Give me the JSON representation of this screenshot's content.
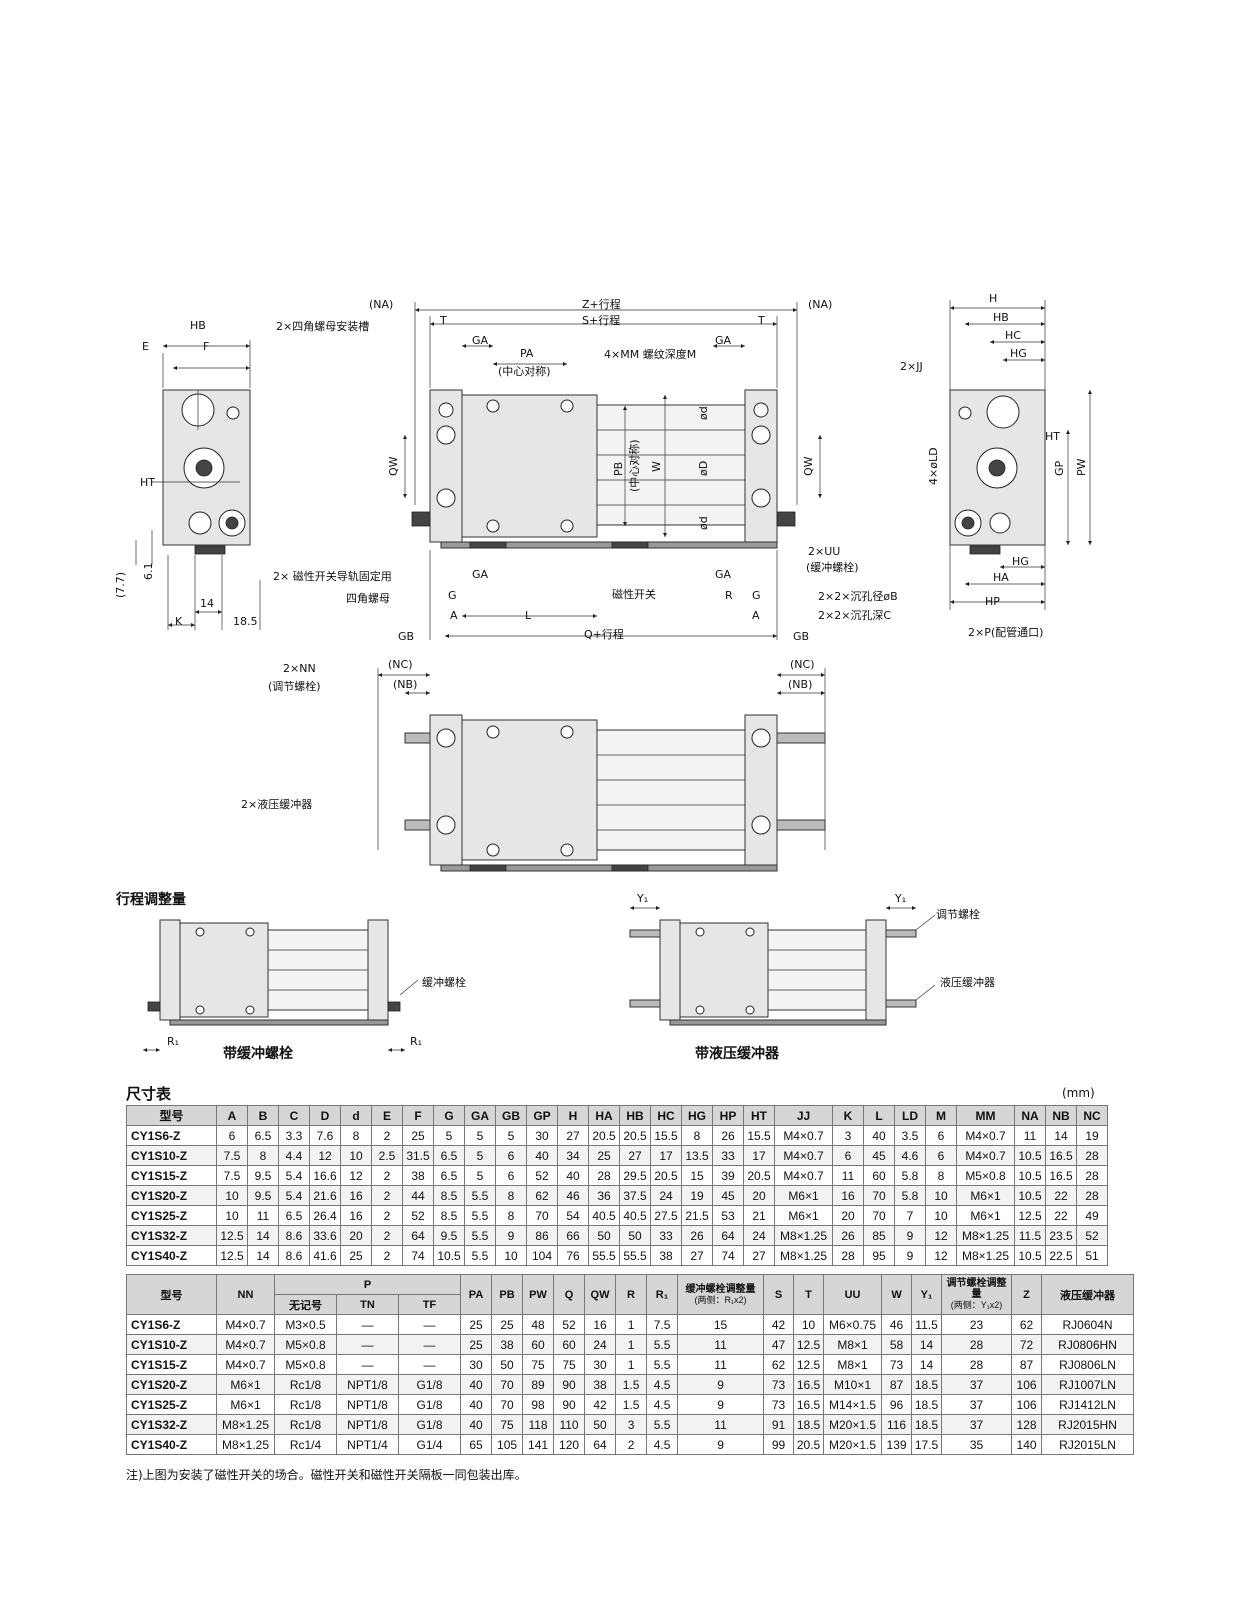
{
  "drawing_labels": {
    "hb": "HB",
    "e": "E",
    "f": "F",
    "ht": "HT",
    "na_left": "(NA)",
    "z_stroke": "Z+行程",
    "na_right": "(NA)",
    "s_stroke": "S+行程",
    "t_left": "T",
    "t_right": "T",
    "nut_groove": "2×四角螺母安装槽",
    "ga_top_left": "GA",
    "pa": "PA",
    "center_sym_pa": "(中心对称)",
    "mm_thread": "4×MM 螺纹深度M",
    "ga_top_right": "GA",
    "qw_left": "QW",
    "pb": "PB",
    "center_sym_pb": "(中心对称)",
    "w": "W",
    "od_top": "ød",
    "od_mid": "øD",
    "od_bot": "ød",
    "qw_right": "QW",
    "h": "H",
    "hb_side": "HB",
    "hc": "HC",
    "hg_top": "HG",
    "jj": "2×JJ",
    "ht_side": "HT",
    "gp": "GP",
    "pw": "PW",
    "ld": "4×øLD",
    "hg_bot": "HG",
    "ha": "HA",
    "hp": "HP",
    "p_port": "2×P(配管通口)",
    "dim_77": "(7.7)",
    "dim_61": "6.1",
    "dim_14": "14",
    "dim_185": "18.5",
    "k": "K",
    "switch_rail": "2× 磁性开关导轨固定用",
    "square_nut": "四角螺母",
    "ga_bot_left": "GA",
    "g_left": "G",
    "a_left": "A",
    "gb_left": "GB",
    "l": "L",
    "q_stroke": "Q+行程",
    "mag_switch": "磁性开关",
    "ga_bot_right": "GA",
    "r": "R",
    "g_right": "G",
    "a_right": "A",
    "gb_right": "GB",
    "uu": "2×UU",
    "cushion_bolt_p": "(缓冲螺栓)",
    "ob": "2×2×沉孔径øB",
    "c": "2×2×沉孔深C",
    "nn": "2×NN",
    "adj_bolt_p": "(调节螺栓)",
    "nc_left": "(NC)",
    "nb_left": "(NB)",
    "nc_right": "(NC)",
    "nb_right": "(NB)",
    "hyd_absorber": "2×液压缓冲器",
    "stroke_adj": "行程调整量",
    "y1_left": "Y₁",
    "y1_right": "Y₁",
    "adj_bolt": "调节螺栓",
    "cushion_bolt": "缓冲螺栓",
    "hyd_abs": "液压缓冲器",
    "r1_left": "R₁",
    "r1_right": "R₁",
    "with_cushion": "带缓冲螺栓",
    "with_hydraulic": "带液压缓冲器"
  },
  "section_title": "尺寸表",
  "unit": "(mm)",
  "table1": {
    "headers": [
      "型号",
      "A",
      "B",
      "C",
      "D",
      "d",
      "E",
      "F",
      "G",
      "GA",
      "GB",
      "GP",
      "H",
      "HA",
      "HB",
      "HC",
      "HG",
      "HP",
      "HT",
      "JJ",
      "K",
      "L",
      "LD",
      "M",
      "MM",
      "NA",
      "NB",
      "NC"
    ],
    "rows": [
      [
        "CY1S6-Z",
        "6",
        "6.5",
        "3.3",
        "7.6",
        "8",
        "2",
        "25",
        "5",
        "5",
        "5",
        "30",
        "27",
        "20.5",
        "20.5",
        "15.5",
        "8",
        "26",
        "15.5",
        "M4×0.7",
        "3",
        "40",
        "3.5",
        "6",
        "M4×0.7",
        "11",
        "14",
        "19"
      ],
      [
        "CY1S10-Z",
        "7.5",
        "8",
        "4.4",
        "12",
        "10",
        "2.5",
        "31.5",
        "6.5",
        "5",
        "6",
        "40",
        "34",
        "25",
        "27",
        "17",
        "13.5",
        "33",
        "17",
        "M4×0.7",
        "6",
        "45",
        "4.6",
        "6",
        "M4×0.7",
        "10.5",
        "16.5",
        "28"
      ],
      [
        "CY1S15-Z",
        "7.5",
        "9.5",
        "5.4",
        "16.6",
        "12",
        "2",
        "38",
        "6.5",
        "5",
        "6",
        "52",
        "40",
        "28",
        "29.5",
        "20.5",
        "15",
        "39",
        "20.5",
        "M4×0.7",
        "11",
        "60",
        "5.8",
        "8",
        "M5×0.8",
        "10.5",
        "16.5",
        "28"
      ],
      [
        "CY1S20-Z",
        "10",
        "9.5",
        "5.4",
        "21.6",
        "16",
        "2",
        "44",
        "8.5",
        "5.5",
        "8",
        "62",
        "46",
        "36",
        "37.5",
        "24",
        "19",
        "45",
        "20",
        "M6×1",
        "16",
        "70",
        "5.8",
        "10",
        "M6×1",
        "10.5",
        "22",
        "28"
      ],
      [
        "CY1S25-Z",
        "10",
        "11",
        "6.5",
        "26.4",
        "16",
        "2",
        "52",
        "8.5",
        "5.5",
        "8",
        "70",
        "54",
        "40.5",
        "40.5",
        "27.5",
        "21.5",
        "53",
        "21",
        "M6×1",
        "20",
        "70",
        "7",
        "10",
        "M6×1",
        "12.5",
        "22",
        "49"
      ],
      [
        "CY1S32-Z",
        "12.5",
        "14",
        "8.6",
        "33.6",
        "20",
        "2",
        "64",
        "9.5",
        "5.5",
        "9",
        "86",
        "66",
        "50",
        "50",
        "33",
        "26",
        "64",
        "24",
        "M8×1.25",
        "26",
        "85",
        "9",
        "12",
        "M8×1.25",
        "11.5",
        "23.5",
        "52"
      ],
      [
        "CY1S40-Z",
        "12.5",
        "14",
        "8.6",
        "41.6",
        "25",
        "2",
        "74",
        "10.5",
        "5.5",
        "10",
        "104",
        "76",
        "55.5",
        "55.5",
        "38",
        "27",
        "74",
        "27",
        "M8×1.25",
        "28",
        "95",
        "9",
        "12",
        "M8×1.25",
        "10.5",
        "22.5",
        "51"
      ]
    ]
  },
  "table2": {
    "header_model": "型号",
    "header_nn": "NN",
    "header_p": "P",
    "header_p_sub": [
      "无记号",
      "TN",
      "TF"
    ],
    "headers_mid": [
      "PA",
      "PB",
      "PW",
      "Q",
      "QW",
      "R",
      "R₁"
    ],
    "header_cushion_adj": "缓冲螺栓调整量",
    "header_cushion_adj_sub": "(两侧：R₁x2)",
    "headers_mid2": [
      "S",
      "T",
      "UU",
      "W",
      "Y₁"
    ],
    "header_adj_bolt": "调节螺栓调整量",
    "header_adj_bolt_sub": "(两侧：Y₁x2)",
    "header_z": "Z",
    "header_hyd": "液压缓冲器",
    "rows": [
      [
        "CY1S6-Z",
        "M4×0.7",
        "M3×0.5",
        "—",
        "—",
        "25",
        "25",
        "48",
        "52",
        "16",
        "1",
        "7.5",
        "15",
        "42",
        "10",
        "M6×0.75",
        "46",
        "11.5",
        "23",
        "62",
        "RJ0604N"
      ],
      [
        "CY1S10-Z",
        "M4×0.7",
        "M5×0.8",
        "—",
        "—",
        "25",
        "38",
        "60",
        "60",
        "24",
        "1",
        "5.5",
        "11",
        "47",
        "12.5",
        "M8×1",
        "58",
        "14",
        "28",
        "72",
        "RJ0806HN"
      ],
      [
        "CY1S15-Z",
        "M4×0.7",
        "M5×0.8",
        "—",
        "—",
        "30",
        "50",
        "75",
        "75",
        "30",
        "1",
        "5.5",
        "11",
        "62",
        "12.5",
        "M8×1",
        "73",
        "14",
        "28",
        "87",
        "RJ0806LN"
      ],
      [
        "CY1S20-Z",
        "M6×1",
        "Rc1/8",
        "NPT1/8",
        "G1/8",
        "40",
        "70",
        "89",
        "90",
        "38",
        "1.5",
        "4.5",
        "9",
        "73",
        "16.5",
        "M10×1",
        "87",
        "18.5",
        "37",
        "106",
        "RJ1007LN"
      ],
      [
        "CY1S25-Z",
        "M6×1",
        "Rc1/8",
        "NPT1/8",
        "G1/8",
        "40",
        "70",
        "98",
        "90",
        "42",
        "1.5",
        "4.5",
        "9",
        "73",
        "16.5",
        "M14×1.5",
        "96",
        "18.5",
        "37",
        "106",
        "RJ1412LN"
      ],
      [
        "CY1S32-Z",
        "M8×1.25",
        "Rc1/8",
        "NPT1/8",
        "G1/8",
        "40",
        "75",
        "118",
        "110",
        "50",
        "3",
        "5.5",
        "11",
        "91",
        "18.5",
        "M20×1.5",
        "116",
        "18.5",
        "37",
        "128",
        "RJ2015HN"
      ],
      [
        "CY1S40-Z",
        "M8×1.25",
        "Rc1/4",
        "NPT1/4",
        "G1/4",
        "65",
        "105",
        "141",
        "120",
        "64",
        "2",
        "4.5",
        "9",
        "99",
        "20.5",
        "M20×1.5",
        "139",
        "17.5",
        "35",
        "140",
        "RJ2015LN"
      ]
    ]
  },
  "note": "注)上图为安装了磁性开关的场合。磁性开关和磁性开关隔板一同包装出库。"
}
